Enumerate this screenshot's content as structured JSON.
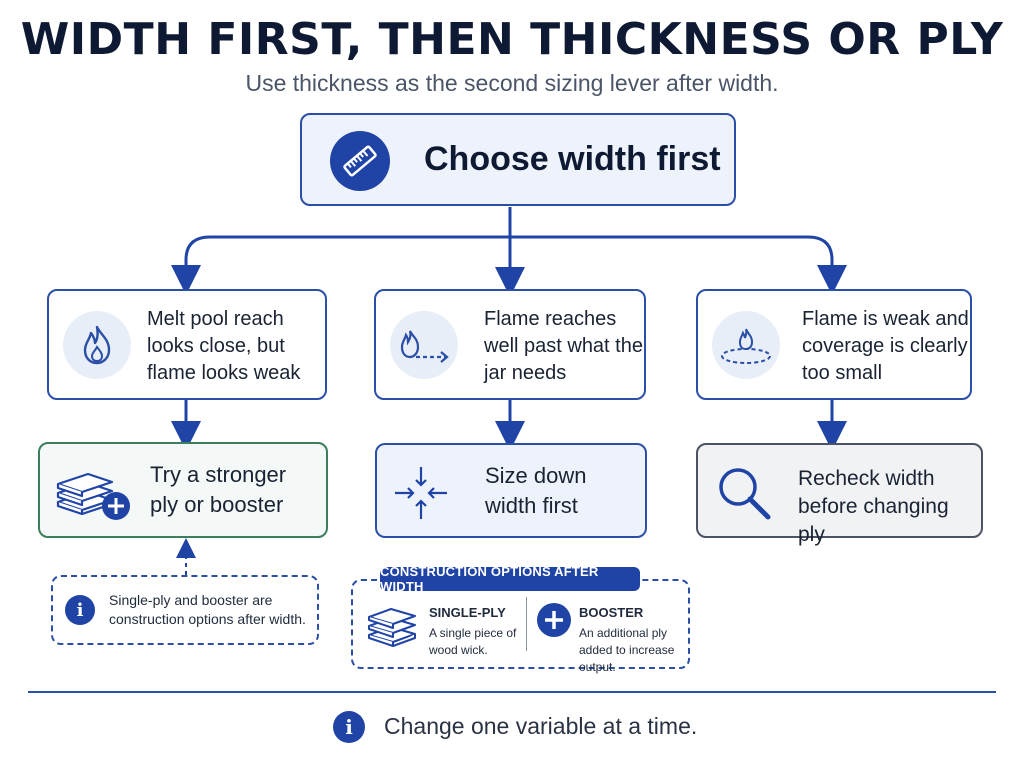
{
  "header": {
    "title": "WIDTH FIRST, THEN THICKNESS OR PLY",
    "subtitle": "Use thickness as the second sizing lever after width."
  },
  "root": {
    "label": "Choose width first",
    "icon": "ruler-icon"
  },
  "conditions": [
    {
      "text": "Melt pool reach looks close, but flame looks weak",
      "icon": "flame-icon"
    },
    {
      "text": "Flame reaches well past what the jar needs",
      "icon": "flame-arrow-icon"
    },
    {
      "text": "Flame is weak and coverage is clearly too small",
      "icon": "small-flame-icon"
    }
  ],
  "actions": [
    {
      "text": "Try a stronger ply or booster",
      "icon": "stacked-ply-plus-icon"
    },
    {
      "text": "Size down width first",
      "icon": "shrink-arrows-icon"
    },
    {
      "text": "Recheck width before changing ply",
      "icon": "magnifier-icon"
    }
  ],
  "note": {
    "text": "Single-ply and booster are construction options after width.",
    "icon": "info-icon"
  },
  "construction": {
    "heading": "CONSTRUCTION OPTIONS AFTER WIDTH",
    "options": [
      {
        "name": "SINGLE-PLY",
        "desc": "A single piece of wood wick.",
        "icon": "stacked-ply-icon"
      },
      {
        "name": "BOOSTER",
        "desc": "An additional ply added to increase output.",
        "icon": "plus-circle-icon"
      }
    ]
  },
  "footer": {
    "text": "Change one variable at a time.",
    "icon": "info-icon"
  },
  "colors": {
    "primary": "#2b4fa6",
    "dark": "#1f44a6",
    "green": "#3b7f5c",
    "gray": "#4a5263"
  }
}
